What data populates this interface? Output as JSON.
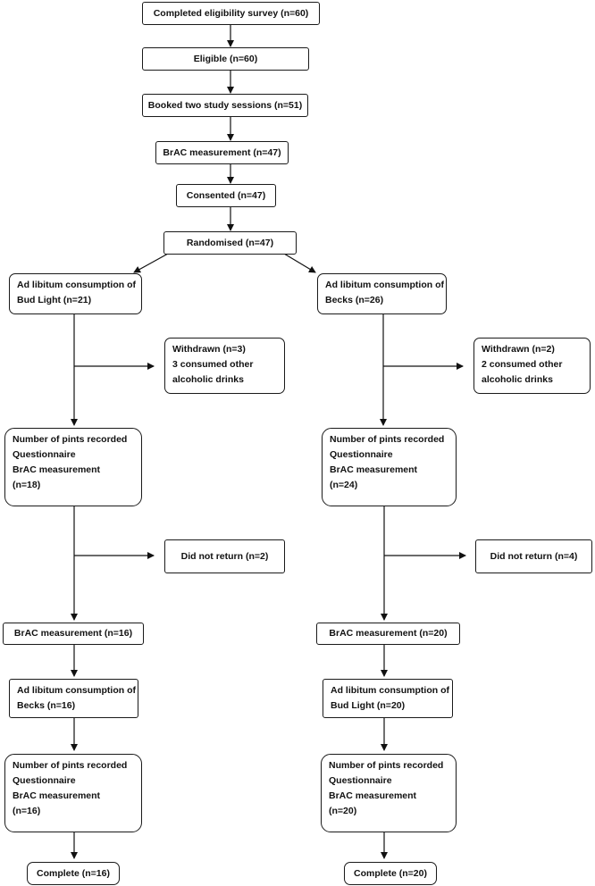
{
  "flowchart": {
    "top": {
      "survey": "Completed eligibility survey (n=60)",
      "eligible": "Eligible (n=60)",
      "booked": "Booked two study sessions (n=51)",
      "brac": "BrAC measurement  (n=47)",
      "consented": "Consented (n=47)",
      "randomised": "Randomised  (n=47)"
    },
    "left": {
      "consumption1": [
        "Ad libitum consumption of",
        "Bud Light (n=21)"
      ],
      "withdrawn": [
        "Withdrawn (n=3)",
        "3 consumed other",
        "alcoholic drinks"
      ],
      "session1": [
        "Number of pints recorded",
        "Questionnaire",
        "BrAC measurement",
        "(n=18)"
      ],
      "did_not_return": "Did not return (n=2)",
      "brac2": "BrAC measurement  (n=16)",
      "consumption2": [
        "Ad libitum consumption of",
        "Becks (n=16)"
      ],
      "session2": [
        "Number of pints recorded",
        "Questionnaire",
        "BrAC measurement",
        "(n=16)"
      ],
      "complete": "Complete (n=16)"
    },
    "right": {
      "consumption1": [
        "Ad libitum consumption of",
        "Becks (n=26)"
      ],
      "withdrawn": [
        "Withdrawn (n=2)",
        "2 consumed other",
        "alcoholic drinks"
      ],
      "session1": [
        "Number of pints recorded",
        "Questionnaire",
        "BrAC measurement",
        "(n=24)"
      ],
      "did_not_return": "Did not return (n=4)",
      "brac2": "BrAC measurement  (n=20)",
      "consumption2": [
        "Ad libitum consumption of",
        "Bud Light (n=20)"
      ],
      "session2": [
        "Number of pints recorded",
        "Questionnaire",
        "BrAC measurement",
        "(n=20)"
      ],
      "complete": "Complete (n=20)"
    }
  }
}
